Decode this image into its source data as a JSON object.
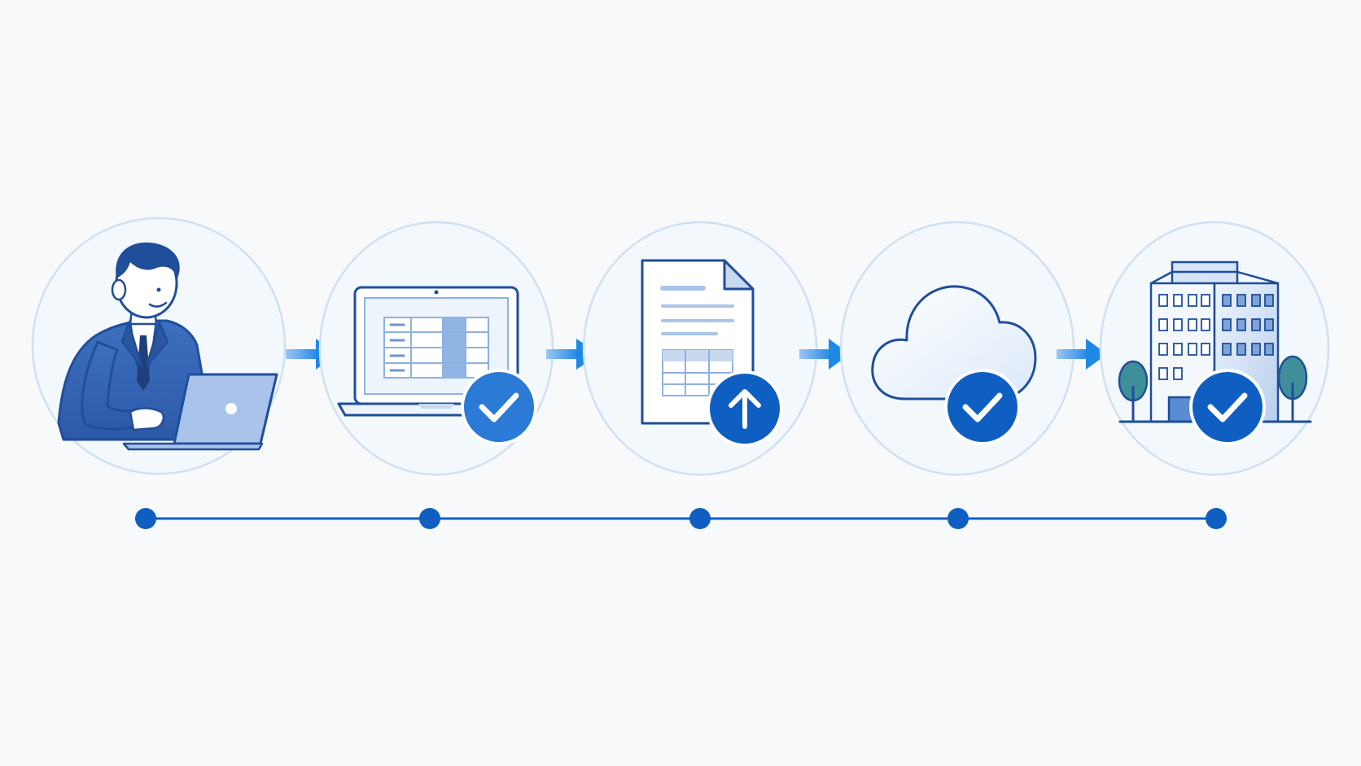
{
  "diagram": {
    "type": "process-flow",
    "steps": [
      {
        "id": "step-1",
        "icon": "person-with-laptop-icon",
        "badge": "none"
      },
      {
        "id": "step-2",
        "icon": "laptop-spreadsheet-icon",
        "badge": "check-icon"
      },
      {
        "id": "step-3",
        "icon": "document-table-icon",
        "badge": "upload-arrow-icon"
      },
      {
        "id": "step-4",
        "icon": "cloud-icon",
        "badge": "check-icon"
      },
      {
        "id": "step-5",
        "icon": "office-building-icon",
        "badge": "check-icon"
      }
    ],
    "connectors": [
      "arrow-right-icon",
      "arrow-right-icon",
      "arrow-right-icon",
      "arrow-right-icon"
    ],
    "timeline_nodes": 5
  },
  "colors": {
    "background": "#f7f9fb",
    "accent": "#0f5fc2",
    "accent_light": "#2e86de",
    "arrow": "#1e88e5",
    "outline": "#1f4e9b",
    "circle_fill": "#f3f8fd",
    "circle_stroke": "#cfe0f1",
    "tree": "#3f8f9a"
  }
}
